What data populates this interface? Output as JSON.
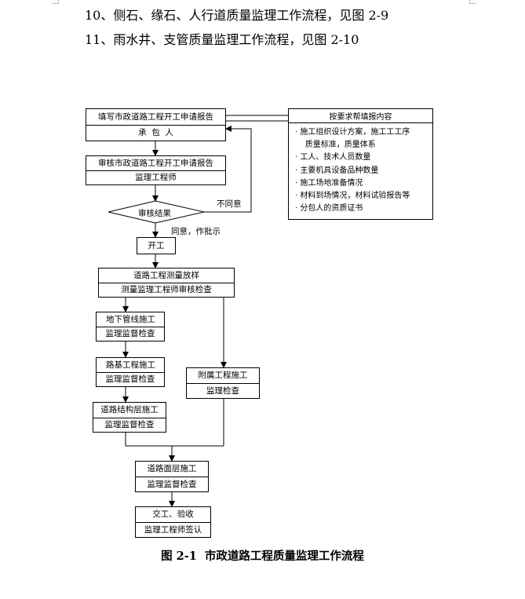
{
  "doc": {
    "lines": [
      "10、侧石、缘石、人行道质量监理工作流程，见图 2-9",
      "11、雨水井、支管质量监理工作流程，见图 2-10"
    ],
    "caption": "图 2-1  市政道路工程质量监理工作流程"
  },
  "flow": {
    "apply": [
      "填写市政道路工程开工申请报告",
      "承  包  人"
    ],
    "review": [
      "审核市政道路工程开工申请报告",
      "监理工程师"
    ],
    "decision": "审核结果",
    "disagree": "不同意",
    "agree": "同意，作批示",
    "start": "开工",
    "survey": [
      "道路工程测量放样",
      "测量监理工程师审核检查"
    ],
    "pipeline": [
      "地下管线施工",
      "监理监督检查"
    ],
    "subgrade": [
      "路基工程施工",
      "监理监督检查"
    ],
    "structure": [
      "道路结构层施工",
      "监理监督检查"
    ],
    "ancillary": [
      "附属工程施工",
      "监理检查"
    ],
    "surface": [
      "道路面层施工",
      "监理监督检查"
    ],
    "handover": [
      "交工、验收",
      "监理工程师签认"
    ]
  },
  "requirements": {
    "title": "按要求帮填报内容",
    "items": [
      "· 施工组织设计方案，施工工工序",
      "    质量标准，质量体系",
      "· 工人、技术人员数量",
      "· 主要机具设备品种数量",
      "· 施工场地准备情况",
      "· 材料到场情况，材料试验报告等",
      "· 分包人的资质证书"
    ]
  }
}
